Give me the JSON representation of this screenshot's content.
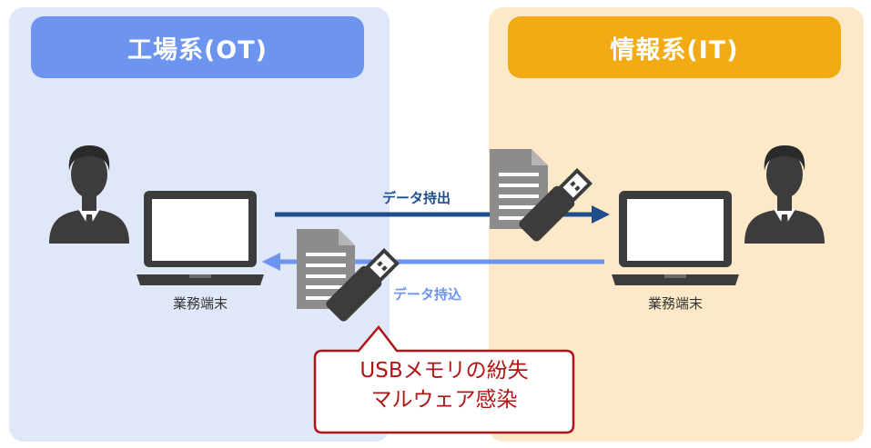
{
  "zones": {
    "ot": {
      "title": "工場系(OT)",
      "color": "#6d94ee",
      "background": "#dfe7f9"
    },
    "it": {
      "title": "情報系(IT)",
      "color": "#f2ab14",
      "background": "#fde9c8"
    }
  },
  "terminals": {
    "left_label": "業務端末",
    "right_label": "業務端末"
  },
  "flows": {
    "export_label": "データ持出",
    "export_color": "#1e4e8c",
    "import_label": "データ持込",
    "import_color": "#6d94ee"
  },
  "callout": {
    "line1": "USBメモリの紛失",
    "line2": "マルウェア感染",
    "color": "#b01515"
  },
  "icons": {
    "person": "person-icon",
    "laptop": "laptop-icon",
    "document": "document-icon",
    "usb": "usb-memory-icon"
  }
}
